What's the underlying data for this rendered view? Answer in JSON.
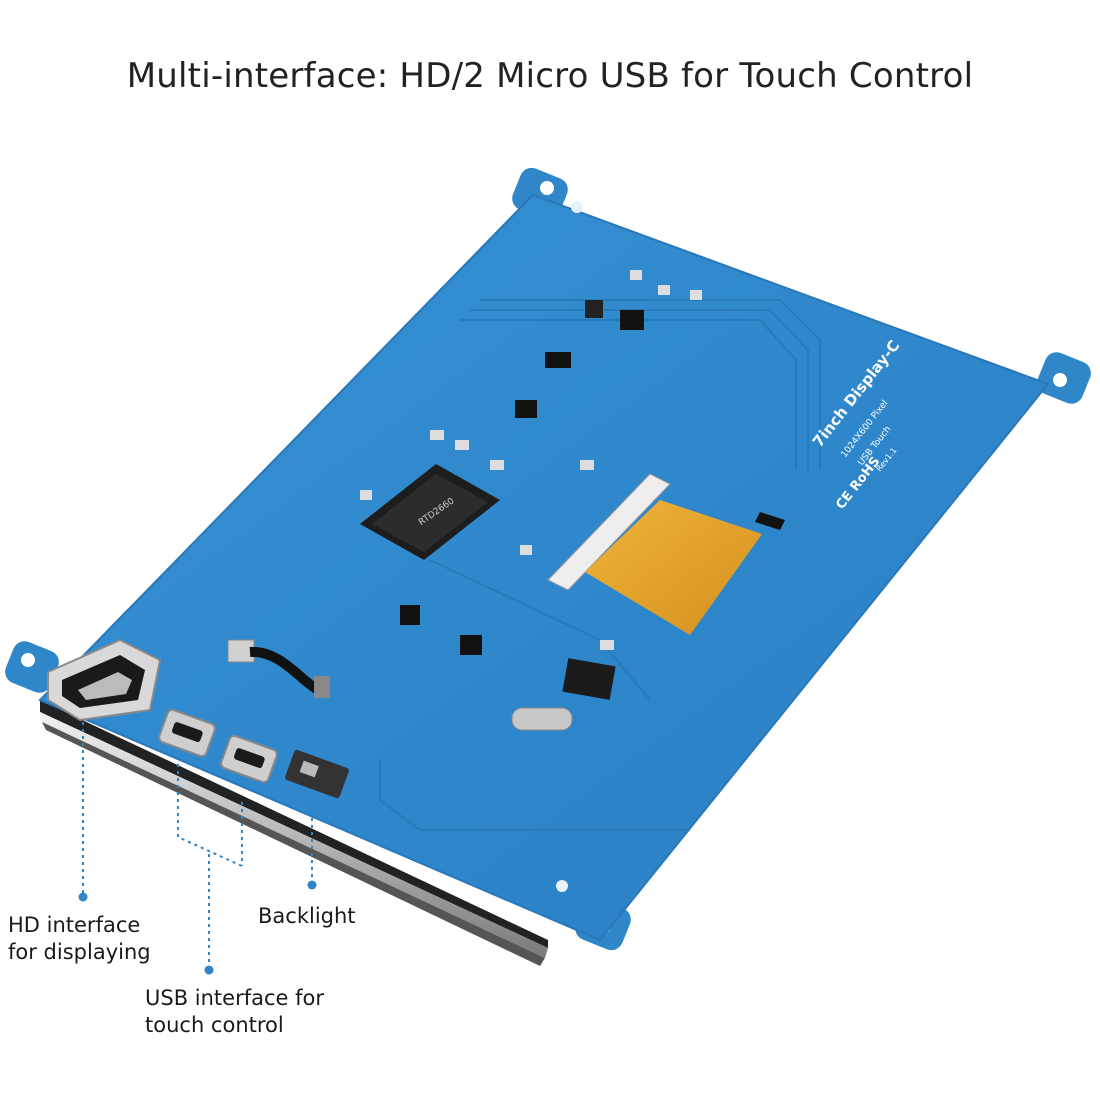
{
  "title": "Multi-interface: HD/2 Micro USB for Touch Control",
  "board": {
    "silk_title": "7inch Display-C",
    "silk_res": "1024X600 Pixel",
    "silk_touch": "USB Touch",
    "silk_rev": "Rev1.1",
    "silk_marks": "CE RoHS"
  },
  "labels": {
    "hd": [
      "HD interface",
      "for displaying"
    ],
    "usb": [
      "USB interface for",
      "touch control"
    ],
    "backlight": "Backlight"
  },
  "colors": {
    "pcb": "#2f86c9",
    "pcb_edge": "#2a78b8",
    "callout": "#2e86c8",
    "flex": "#e3a12a"
  }
}
